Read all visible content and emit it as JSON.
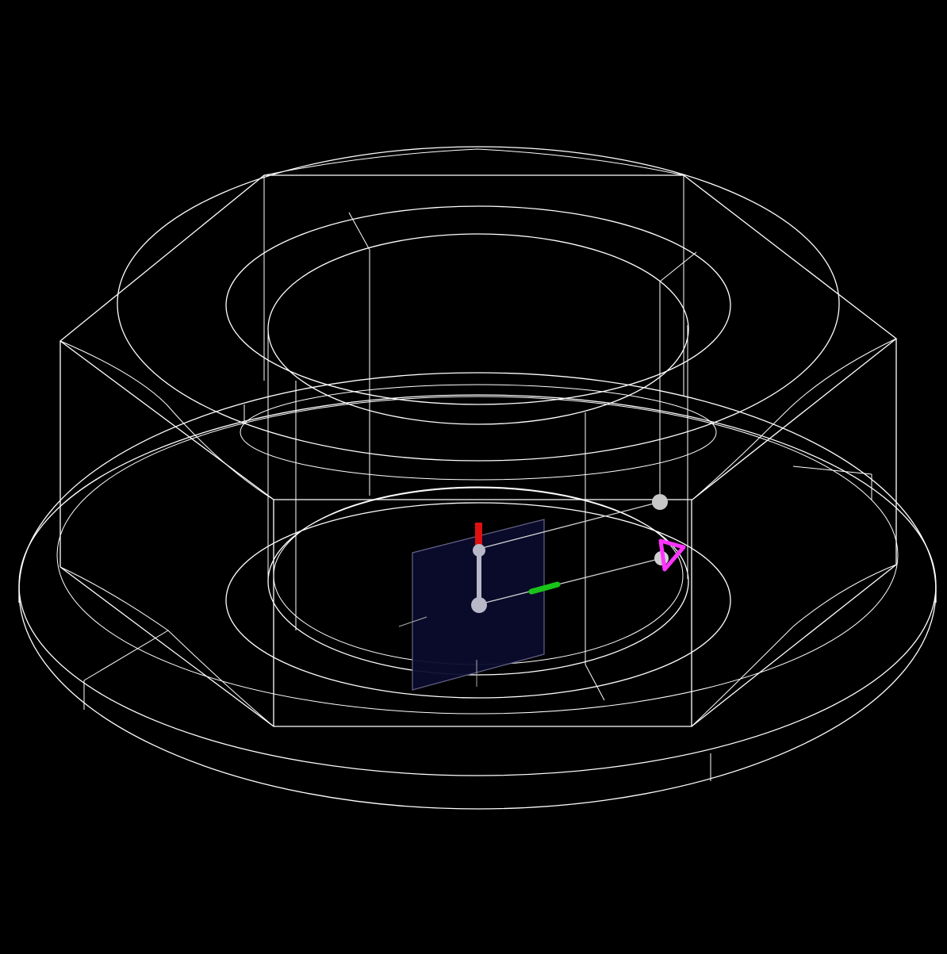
{
  "viewport": {
    "display_mode": "wireframe",
    "background_color": "#000000",
    "wire_color": "#ffffff",
    "model": "flange-hex-nut"
  },
  "gizmo": {
    "plane_color": "#0b0c2e",
    "z_axis_color": "#e01010",
    "y_axis_color": "#19c419",
    "handle_color": "#b8b8c8",
    "marker_color": "#ff33ff",
    "icons": [
      "red-axis-handle",
      "green-axis-handle",
      "grey-sphere-handle",
      "pink-triangle-marker"
    ]
  }
}
